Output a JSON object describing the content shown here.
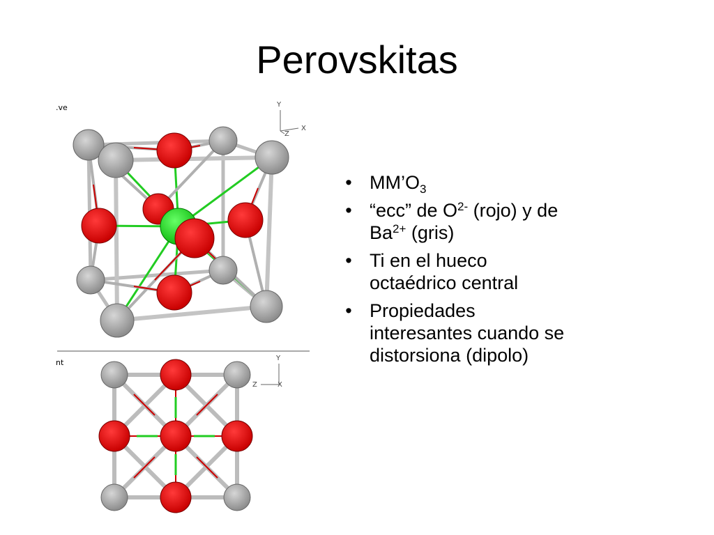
{
  "slide": {
    "title": "Perovskitas"
  },
  "figure": {
    "top_view_label": ".ve",
    "bottom_view_label": "nt",
    "axes_top": {
      "y": "Y",
      "x": "X",
      "z": "Z"
    },
    "axes_bottom": {
      "y": "Y",
      "z": "Z",
      "x": "X"
    },
    "colors": {
      "oxygen": "#ee0000",
      "barium": "#a8a8a8",
      "titanium": "#22dd22",
      "bond": "#c8c8c8"
    }
  },
  "bullets": [
    {
      "text": "MM’O",
      "sub": "3"
    },
    {
      "a": "“ecc” de O",
      "sup_a": "2-",
      "b": " (rojo) y de",
      "c": "Ba",
      "sup_c": "2+",
      "d": " (gris)"
    },
    {
      "line1": "Ti en el hueco",
      "line2": "octaédrico central"
    },
    {
      "line1": "Propiedades",
      "line2": "interesantes cuando se",
      "line3": "distorsiona (dipolo)"
    }
  ],
  "bullet_glyph": "•"
}
